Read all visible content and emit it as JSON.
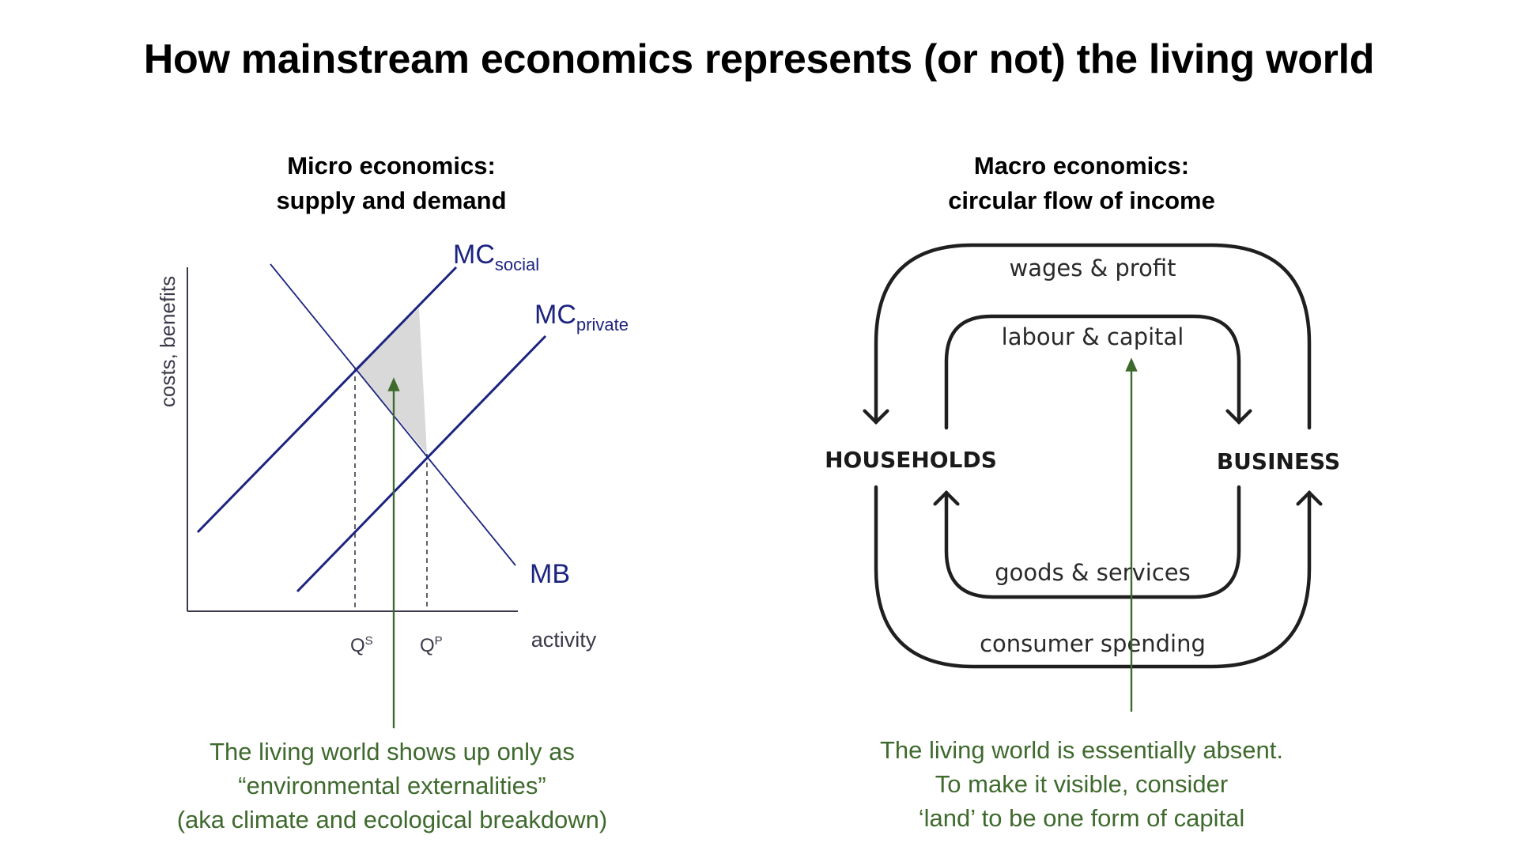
{
  "title": "How mainstream economics represents (or not) the living world",
  "micro": {
    "heading_line1": "Micro economics:",
    "heading_line2": "supply and demand",
    "y_axis_label": "costs, benefits",
    "x_axis_label": "activity",
    "mc_social_main": "MC",
    "mc_social_sub": "social",
    "mc_private_main": "MC",
    "mc_private_sub": "private",
    "mb_label": "MB",
    "qs_main": "Q",
    "qs_sup": "S",
    "qp_main": "Q",
    "qp_sup": "P",
    "caption_line1": "The living world shows up only as",
    "caption_line2": "“environmental externalities”",
    "caption_line3": "(aka climate and ecological breakdown)"
  },
  "macro": {
    "heading_line1": "Macro economics:",
    "heading_line2": "circular flow of income",
    "households": "HOUSEHOLDS",
    "business": "BUSINESS",
    "wages_profit": "wages & profit",
    "labour_capital": "labour & capital",
    "goods_services": "goods & services",
    "consumer_spending": "consumer spending",
    "caption_line1": "The living world is essentially absent.",
    "caption_line2": "To make it visible, consider",
    "caption_line3": "‘land’ to be one form of capital"
  },
  "colors": {
    "curve_blue": "#1c2480",
    "annotation_green": "#3f6a2e",
    "shaded_area": "#d9d9d9",
    "axis": "#3a3a4a",
    "flow_stroke": "#1f1f1f"
  }
}
